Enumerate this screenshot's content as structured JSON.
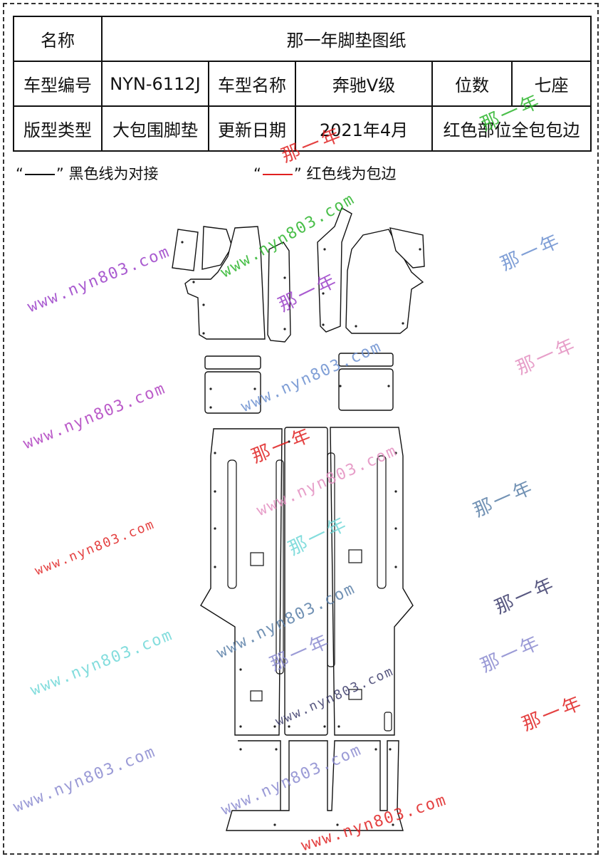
{
  "spec_table": {
    "name_label": "名称",
    "name_value": "那一年脚垫图纸",
    "model_code_label": "车型编号",
    "model_code_value": "NYN-6112J",
    "model_name_label": "车型名称",
    "model_name_value": "奔驰V级",
    "seats_label": "位数",
    "seats_value": "七座",
    "pattern_type_label": "版型类型",
    "pattern_type_value": "大包围脚垫",
    "update_date_label": "更新日期",
    "update_date_value": "2021年4月",
    "remark": "红色部位全包包边"
  },
  "legend": {
    "black": {
      "open_quote": "“",
      "close_quote": "”",
      "text": "黑色线为对接",
      "color": "#111111"
    },
    "red": {
      "open_quote": "“",
      "close_quote": "”",
      "text": "红色线为包边",
      "color": "#e02020"
    }
  },
  "watermarks": {
    "url_text": "www.nyn803.com",
    "brand_text": "那一年"
  }
}
